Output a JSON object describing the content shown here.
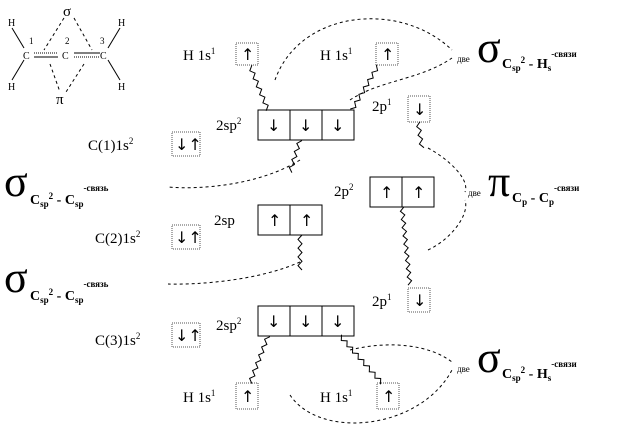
{
  "molecule": {
    "atoms": {
      "C": "C",
      "H": "H"
    },
    "numbers": [
      "1",
      "2",
      "3"
    ],
    "sigma": "σ",
    "pi": "π"
  },
  "orbitals": {
    "h1s": "H 1s",
    "h1s_sup": "1",
    "sp2": "2sp",
    "sp2_sup": "2",
    "sp": "2sp",
    "p1": "2p",
    "p1_sup": "1",
    "p2": "2p",
    "p2_sup": "2",
    "c1": "C(1)1s",
    "c2": "C(2)1s",
    "c3": "C(3)1s",
    "s2_sup": "2",
    "up": "↑",
    "down": "↓",
    "pair": "↓↑"
  },
  "bonds": {
    "two": "две",
    "sigma": "σ",
    "pi": "π",
    "csp2": "C",
    "csp2_sub": "sp",
    "csp2_sup": "2",
    "dash": " - ",
    "csp": "C",
    "csp_sub": "sp",
    "hs": "H",
    "hs_sub": "s",
    "cp": "C",
    "cp_sub": "p",
    "bond_sg": "-связь",
    "bond_pl": "-связи"
  }
}
